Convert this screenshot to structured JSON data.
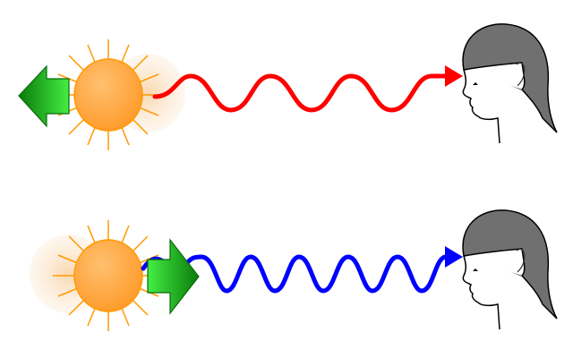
{
  "colors": {
    "sun": "#ffa53a",
    "sun_rays": "#ff9900",
    "arrow": "#22bb22",
    "redshift_wave": "#ff0000",
    "blueshift_wave": "#0000ff",
    "hair": "#707070"
  },
  "panels": [
    {
      "name": "receding-source",
      "motion": "away",
      "wave": "redshift"
    },
    {
      "name": "approaching-source",
      "motion": "toward",
      "wave": "blueshift"
    }
  ]
}
